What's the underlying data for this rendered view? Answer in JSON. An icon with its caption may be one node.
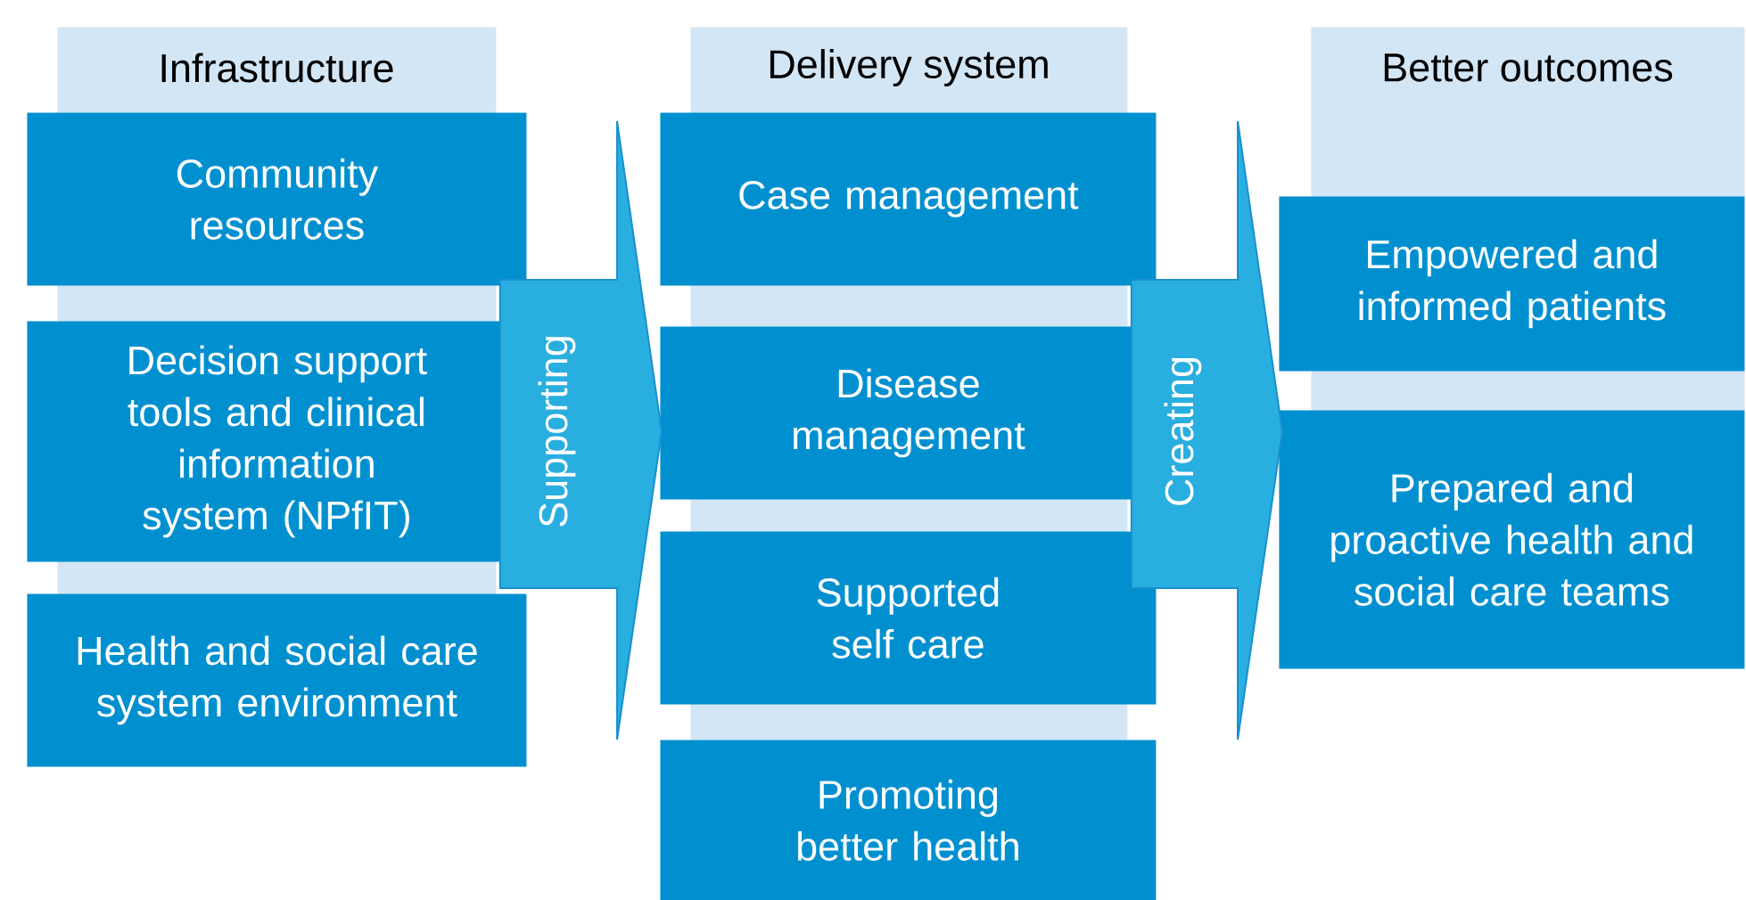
{
  "diagram": {
    "nodes": [
      {
        "text": [
          "Infrastructure"
        ]
      },
      {
        "text": [
          "Community resources"
        ]
      },
      {
        "text": [
          "Decision support tools and clinical information system (NPfIT)"
        ]
      },
      {
        "text": [
          "Health and social care system environment"
        ]
      },
      {
        "text": [
          "Delivery system"
        ]
      },
      {
        "text": [
          "Case management"
        ]
      },
      {
        "text": [
          "Disease management"
        ]
      },
      {
        "text": [
          "Supported self care"
        ]
      },
      {
        "text": [
          "Promoting better health"
        ]
      },
      {
        "text": [
          "Better outcomes"
        ]
      },
      {
        "text": [
          "Empowered and informed patients"
        ]
      },
      {
        "text": [
          "Prepared and proactive health and social care teams"
        ]
      }
    ],
    "edges": [
      {
        "from": 0,
        "to": 4,
        "arrow": "to",
        "label": "Supporting"
      },
      {
        "from": 4,
        "to": 9,
        "arrow": "to",
        "label": "Creating"
      }
    ]
  }
}
